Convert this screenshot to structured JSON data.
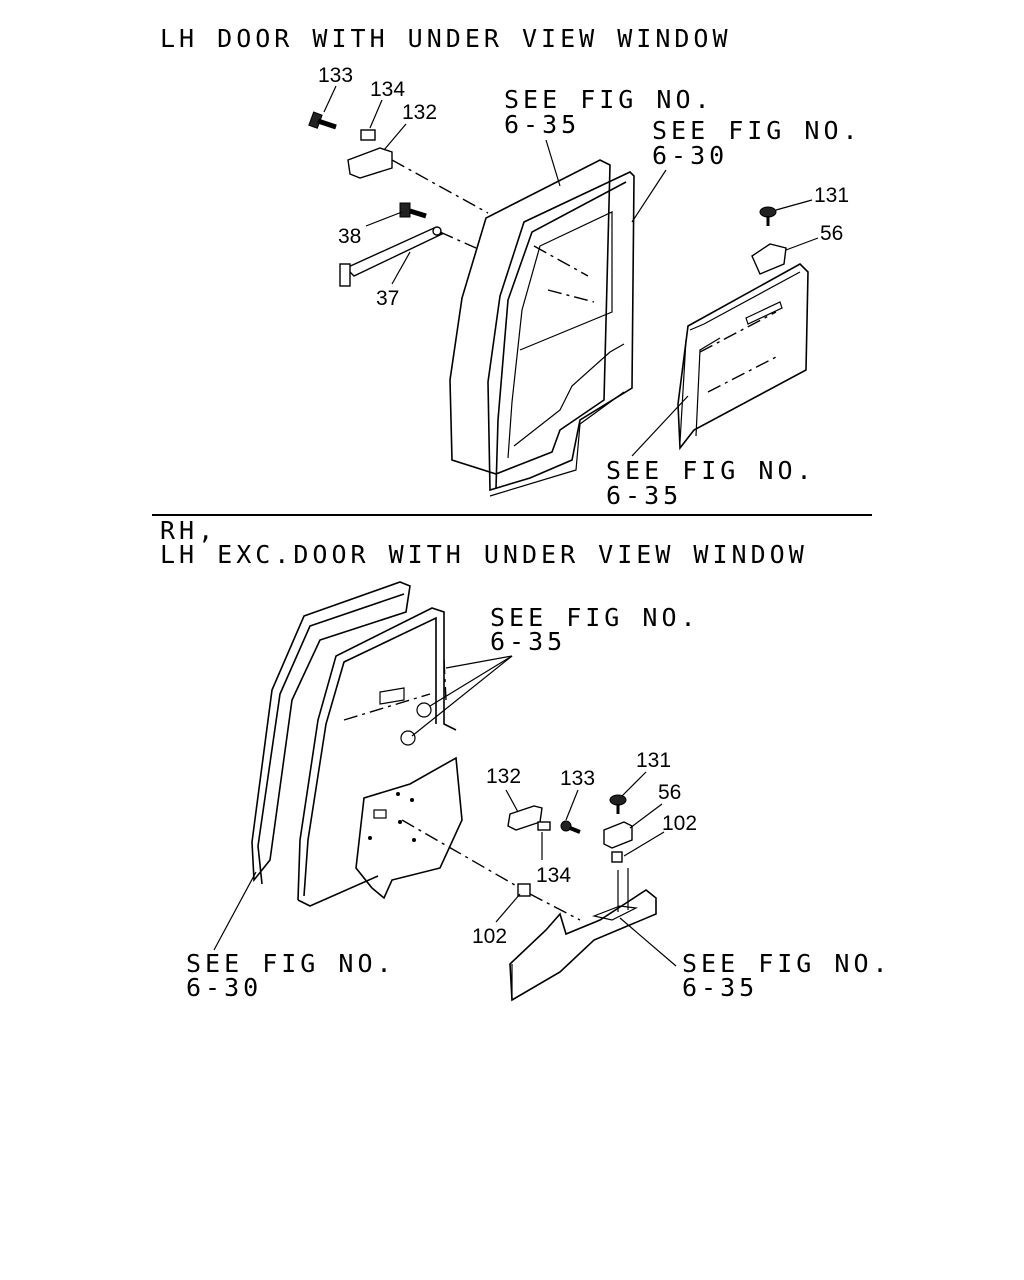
{
  "sections": {
    "top": {
      "title": "LH DOOR WITH UNDER VIEW WINDOW",
      "callouts": [
        {
          "part": "133"
        },
        {
          "part": "134"
        },
        {
          "part": "132"
        },
        {
          "part": "38"
        },
        {
          "part": "37"
        },
        {
          "part": "131"
        },
        {
          "part": "56"
        }
      ],
      "refs": {
        "a": {
          "l1": "SEE FIG NO.",
          "l2": "6-35"
        },
        "b": {
          "l1": "SEE FIG NO.",
          "l2": "6-30"
        },
        "c": {
          "l1": "SEE FIG NO.",
          "l2": "6-35"
        }
      }
    },
    "bottom": {
      "title_line1": "RH,",
      "title_line2": "LH EXC.DOOR WITH UNDER VIEW WINDOW",
      "callouts": [
        {
          "part": "132"
        },
        {
          "part": "133"
        },
        {
          "part": "131"
        },
        {
          "part": "56"
        },
        {
          "part": "102"
        },
        {
          "part": "134"
        },
        {
          "part": "102"
        }
      ],
      "refs": {
        "a": {
          "l1": "SEE FIG NO.",
          "l2": "6-35"
        },
        "b": {
          "l1": "SEE FIG NO.",
          "l2": "6-30"
        },
        "c": {
          "l1": "SEE FIG NO.",
          "l2": "6-35"
        }
      }
    }
  }
}
